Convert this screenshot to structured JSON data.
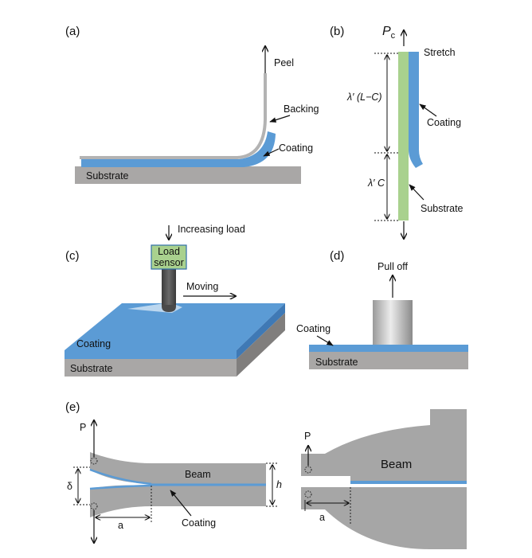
{
  "colors": {
    "substrate": "#a9a7a6",
    "substrate_dark": "#807e7d",
    "coating": "#5b9bd5",
    "coating_dark": "#3f79b5",
    "green": "#a9d18e",
    "backing": "#b3b3b3",
    "beam": "#a6a6a6",
    "probe": "#4a4a4a",
    "arrow": "#111111"
  },
  "panels": {
    "a": {
      "tag": "(a)",
      "peel": "Peel",
      "backing": "Backing",
      "coating": "Coating",
      "substrate": "Substrate"
    },
    "b": {
      "tag": "(b)",
      "force": "P",
      "force_sub": "c",
      "stretch": "Stretch",
      "upper_length": "λ′ (L−C)",
      "lower_length": "λ′ C",
      "coating": "Coating",
      "substrate": "Substrate"
    },
    "c": {
      "tag": "(c)",
      "increasing_load": "Increasing load",
      "load_sensor_line1": "Load",
      "load_sensor_line2": "sensor",
      "moving": "Moving",
      "coating": "Coating",
      "substrate": "Substrate"
    },
    "d": {
      "tag": "(d)",
      "pull_off": "Pull off",
      "coating": "Coating",
      "substrate": "Substrate"
    },
    "e": {
      "tag": "(e)",
      "p_left": "P",
      "delta": "δ",
      "beam_left": "Beam",
      "h": "h",
      "a_left": "a",
      "coating": "Coating",
      "p_right": "P",
      "beam_right": "Beam",
      "a_right": "a"
    }
  }
}
